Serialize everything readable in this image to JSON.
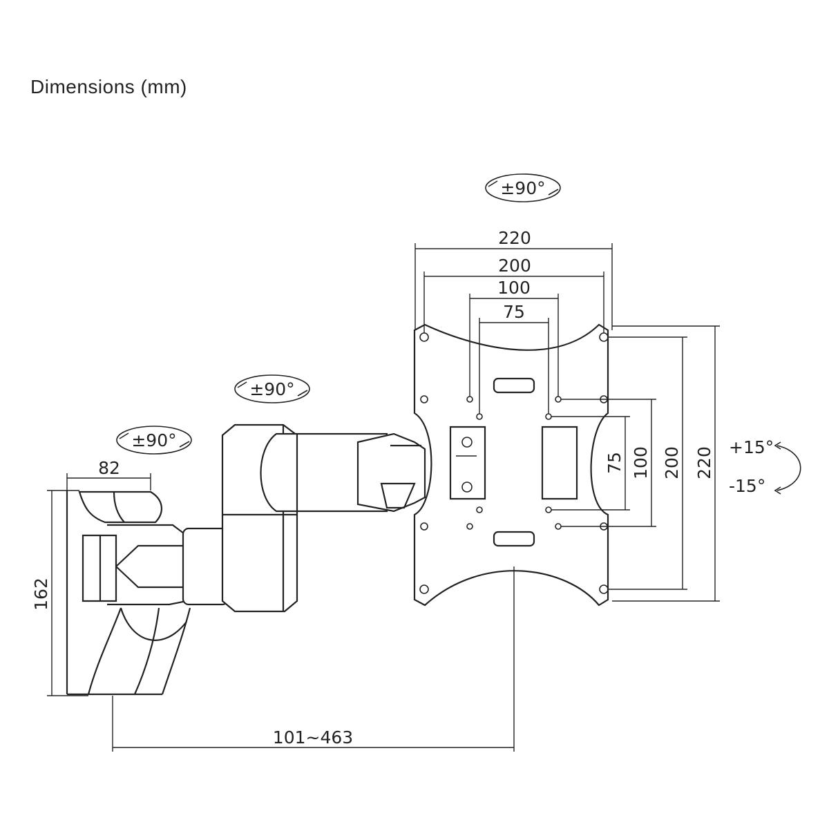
{
  "title": "Dimensions (mm)",
  "rotation": {
    "top_plate": "±90°",
    "arm_joint": "±90°",
    "wall_joint": "±90°"
  },
  "tilt": {
    "up": "+15°",
    "down": "-15°"
  },
  "dimensions": {
    "plate_width_outer": "220",
    "plate_width_200": "200",
    "plate_width_100": "100",
    "plate_width_75": "75",
    "plate_height_75": "75",
    "plate_height_100": "100",
    "plate_height_200": "200",
    "plate_height_220": "220",
    "wall_plate_width": "82",
    "wall_plate_height": "162",
    "extension_range": "101~463"
  }
}
